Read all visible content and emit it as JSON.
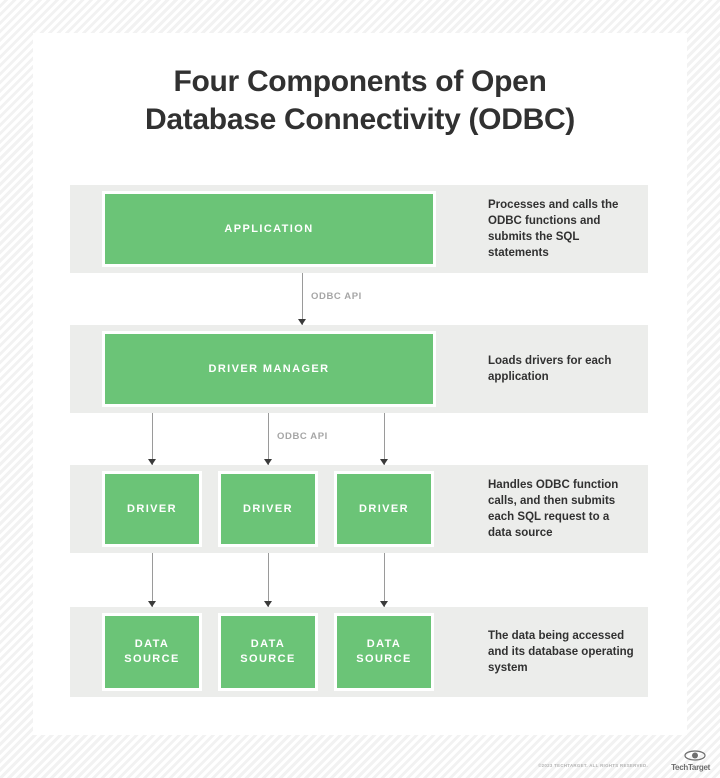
{
  "page": {
    "title_line1": "Four Components of Open",
    "title_line2": "Database Connectivity (ODBC)",
    "title_full": "Four Components of Open Database Connectivity (ODBC)",
    "background_texture": "diagonal-stripes",
    "accent_green": "#6BC477",
    "band_gray": "#ECEDEB",
    "text_dark": "#313131",
    "label_gray": "#A6A6A6"
  },
  "rows": [
    {
      "id": "application",
      "boxes": [
        "APPLICATION"
      ],
      "description": "Processes and calls the ODBC functions and submits the SQL statements"
    },
    {
      "id": "driver-manager",
      "boxes": [
        "DRIVER MANAGER"
      ],
      "description": "Loads drivers for each application"
    },
    {
      "id": "driver",
      "boxes": [
        "DRIVER",
        "DRIVER",
        "DRIVER"
      ],
      "description": "Handles ODBC function calls, and then submits each SQL request to a data source"
    },
    {
      "id": "data-source",
      "boxes": [
        "DATA\nSOURCE",
        "DATA\nSOURCE",
        "DATA\nSOURCE"
      ],
      "description": "The data being accessed and its database operating system"
    }
  ],
  "connectors": [
    {
      "id": "application-to-manager",
      "label": "ODBC API"
    },
    {
      "id": "manager-to-drivers",
      "label": "ODBC API"
    },
    {
      "id": "drivers-to-sources",
      "label": ""
    }
  ],
  "footer": {
    "copyright": "©2023 TECHTARGET. ALL RIGHTS RESERVED.",
    "brand": "TechTarget"
  }
}
